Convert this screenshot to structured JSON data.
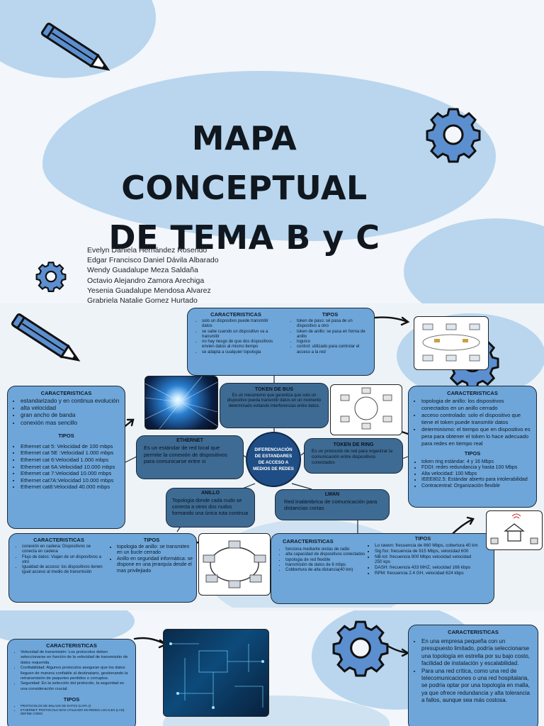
{
  "slide1": {
    "title_line1": "MAPA CONCEPTUAL",
    "title_line2": "DE TEMA B y C",
    "authors": [
      "Evelyn Daniela Hernández Rosendo",
      "Edgar Francisco Daniel Dávila Albarado",
      "Wendy Guadalupe Meza Saldaña",
      "Octavio Alejandro Zamora Arechiga",
      "Yesenia Guadalupe Mendosa Alvarez",
      "Grabriela Natalie Gomez Hurtado"
    ]
  },
  "slide2": {
    "center": "DIFERENCIACIÓN DE ESTANDARES DE ACCESO A MEDIOS DE REDES",
    "bus": {
      "title": "TOKEN DE BUS",
      "desc": "Es un mecanismo que garantiza que solo un dispositivo pueda transmitir datos en un momento determinado evitando interferencias entre datos.",
      "car_title": "CARACTERISTICAS",
      "car_items": [
        "solo un dispositivo puede transmitir datos",
        "se sabe cuando un dispositivo va a transmitir",
        "no hay riesgo de que dos dispositivos envien datos al mismo tiempo",
        "se adapta a cualquier topologia"
      ],
      "tipos_title": "TIPOS",
      "tipos_items": [
        "token de paso: sé pasa de un dispositivo a otro",
        "token de anillo: se pasa en forma de anillo",
        "loguico",
        "control: utilizado para controlar el acceso a la red"
      ]
    },
    "ethernet": {
      "title": "ETHERNET",
      "desc": "Es un estándar de red local que permite la conexión de dispositivos para comunicarse entre si",
      "car_title": "CARACTERISTICAS",
      "car_items": [
        "estandarizado y en continua evolución",
        "alta velocidad",
        "gran ancho de banda",
        "conexión mas sencillo"
      ],
      "tipos_title": "TIPOS",
      "tipos_items": [
        "Ethernet cat 5: Velocidad de 100 mbps",
        "Ethernet cat 5E :Velocidad 1.000 mbps",
        "Ethernet cat 6:Velocidad 1.000 mbps",
        "Ethernet cat 6A:Velocidad 10.000 mbps",
        "Ethernet cat 7:Velocidad 10.000 mbps",
        "Ethernet cat7A:Velocidad 10.000 mbps",
        "Ethernet cat8:Velocidad 40.000 mbps"
      ]
    },
    "ring": {
      "title": "TOKEN DE RING",
      "desc": "Es un protocolo de red para organizar la comunicación entre dispositivos conectados",
      "car_title": "CARACTERISTICAS",
      "car_items": [
        "topologia de anillo: los dispositivos conectados en un anillo cerrado",
        "acceso controlado: solo el dispositivo que tiene el token puede transmitir datos",
        "determinismo: el tiempo que en dispositivo es pera para obtener el token lo hace adecuado para redes en tiempo real"
      ],
      "tipos_title": "TIPOS",
      "tipos_items": [
        "token ring estándar: 4 y 16 Mbps",
        "FDDI: redes redundancia y hasta 100 Mbps",
        "Alta velocidad: 100 Mbps",
        "IEEE802.5: Estándar abierto para intolerabilidad",
        "Contracentral: Organización flexible"
      ]
    },
    "anillo": {
      "title": "ANILLO",
      "desc": "Topología donde cada nudo se conecta a otros dos nudos formando una única ruta continua",
      "car_title": "CARACTERISTICAS",
      "car_items": [
        "conexión en cadena: Dispositivos se conecta en cadena",
        "Flujo de datos: Viajan de un dispositivos a otro",
        "Igualdad de acceso: los dispositivos tienen igual acceso al medio de transmisión"
      ],
      "tipos_title": "TIPOS",
      "tipos_items": [
        "topologia de anillo: se transmiten en un bucle cerrado",
        "Anillo en seguridad informática: se dispone en una jerarquía desde el mas privilejiado"
      ]
    },
    "lwan": {
      "title": "LWAN",
      "desc": "Red inalámbrica de comunicación para distancias cortas",
      "car_title": "CARACTERISTICAS",
      "car_items": [
        "funciona mediante ondas de radio",
        "alta capacidad de dispositivos conectados",
        "topologia de red flexible",
        "transmisión de datos de 6 mbps",
        "Cobbertura de alta distancia(40 km)"
      ],
      "tipos_title": "TIPOS",
      "tipos_items": [
        "Lo rawon: frecuencia de 860 Mbps, cobertura 40 km",
        "Sig fox: frecuencia de 915 Mbps, velocidad 600",
        "NB-lot: frecuencia 900 Mbps velocidad velocidad 250 kps",
        "DASH: frecuencia 433 MHZ, velocidad 166 kbps",
        "RPM: frecuencia 2.4 GH, velocidad 624 kbps"
      ]
    }
  },
  "slide3": {
    "left_car_title": "CARACTERISTICAS",
    "left_items": [
      "Velocidad de transmisión: Los protocolos deben seleccionarse en función de la velocidad de transmisión de datos requerida.",
      "Confiabilidad: Algunos protocolos aseguran que los datos lleguen de manera confiable al destinatario, gestionando la retransmisión de paquetes perdidos o corruptos.",
      "Seguridad: En la selección del protocolo, la seguridad es una consideración crucial."
    ],
    "left_tipos_title": "TIPOS",
    "left_tipos_items": [
      "PROTOCOLOS DE ENLACE DE DATOS (CAPA 2)",
      "ETHERNET: PROTOCOLO MÁS UTILIZADO EN REDES LOCALES (LAN). DEFINE CÓMO"
    ],
    "right_car_title": "CARACTERISTICAS",
    "right_items": [
      "En una empresa pequeña con un presupuesto limitado, podría seleccionarse una topología en estrella por su bajo costo, facilidad de instalación y escalabilidad.",
      "Para una red crítica, como una red de telecomunicaciones o una red hospitalaria, se podría optar por una topología en malla, ya que ofrece redundancia y alta tolerancia a fallos, aunque sea más costosa."
    ]
  },
  "colors": {
    "box": "#6fa6d9",
    "dark_box": "#3e6b93",
    "center": "#1f4e86",
    "blob": "#b9d6ee",
    "pencil": "#5b8fd0"
  }
}
